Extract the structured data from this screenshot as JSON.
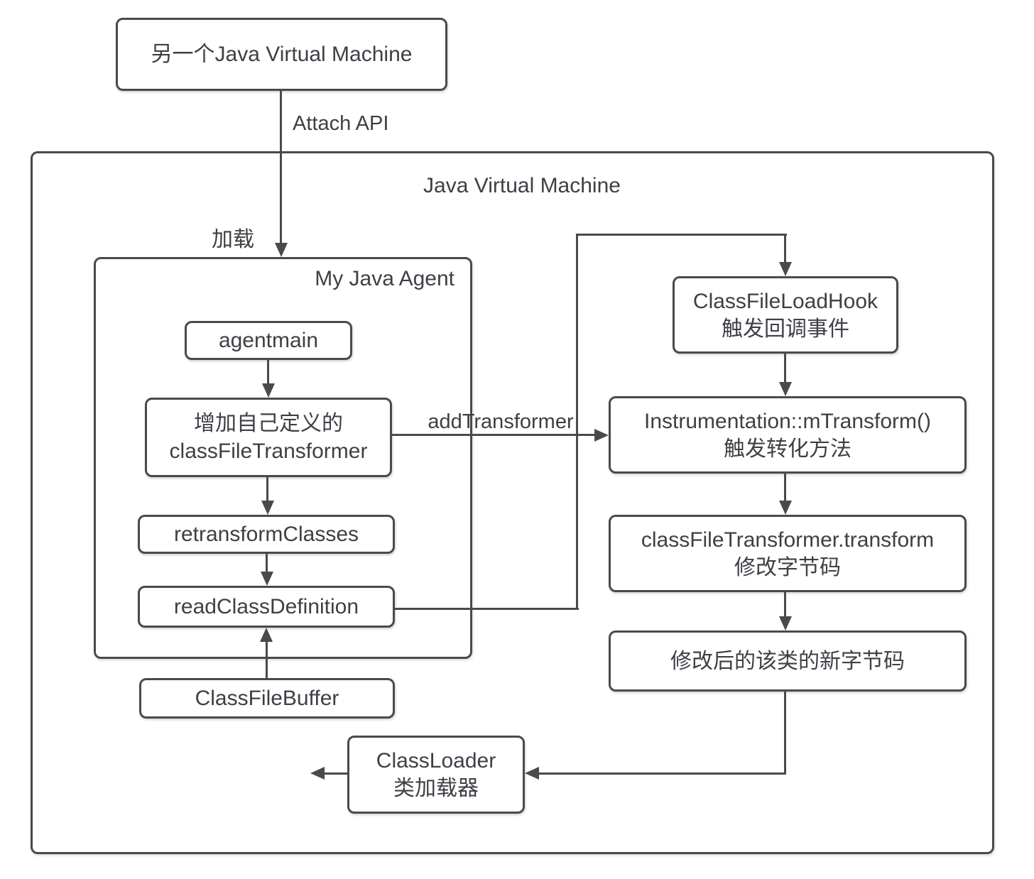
{
  "colors": {
    "line": "#4a4a4a",
    "text": "#3d4045",
    "background": "#ffffff"
  },
  "containers": {
    "outer_jvm": {
      "title": "Java Virtual Machine"
    },
    "my_java_agent": {
      "title": "My Java Agent"
    }
  },
  "nodes": {
    "other_jvm": {
      "label": "另一个Java Virtual Machine"
    },
    "agentmain": {
      "label": "agentmain"
    },
    "custom_transformer": {
      "label": "增加自己定义的\nclassFileTransformer"
    },
    "retransform_classes": {
      "label": "retransformClasses"
    },
    "read_class_definition": {
      "label": "readClassDefinition"
    },
    "class_file_buffer": {
      "label": "ClassFileBuffer"
    },
    "class_file_load_hook": {
      "label": "ClassFileLoadHook\n触发回调事件"
    },
    "instrumentation_transform": {
      "label": "Instrumentation::mTransform()\n触发转化方法"
    },
    "class_file_transformer_transform": {
      "label": "classFileTransformer.transform\n修改字节码"
    },
    "new_bytecode": {
      "label": "修改后的该类的新字节码"
    },
    "class_loader": {
      "label": "ClassLoader\n类加载器"
    }
  },
  "edge_labels": {
    "attach_api": "Attach API",
    "load": "加载",
    "add_transformer": "addTransformer"
  }
}
